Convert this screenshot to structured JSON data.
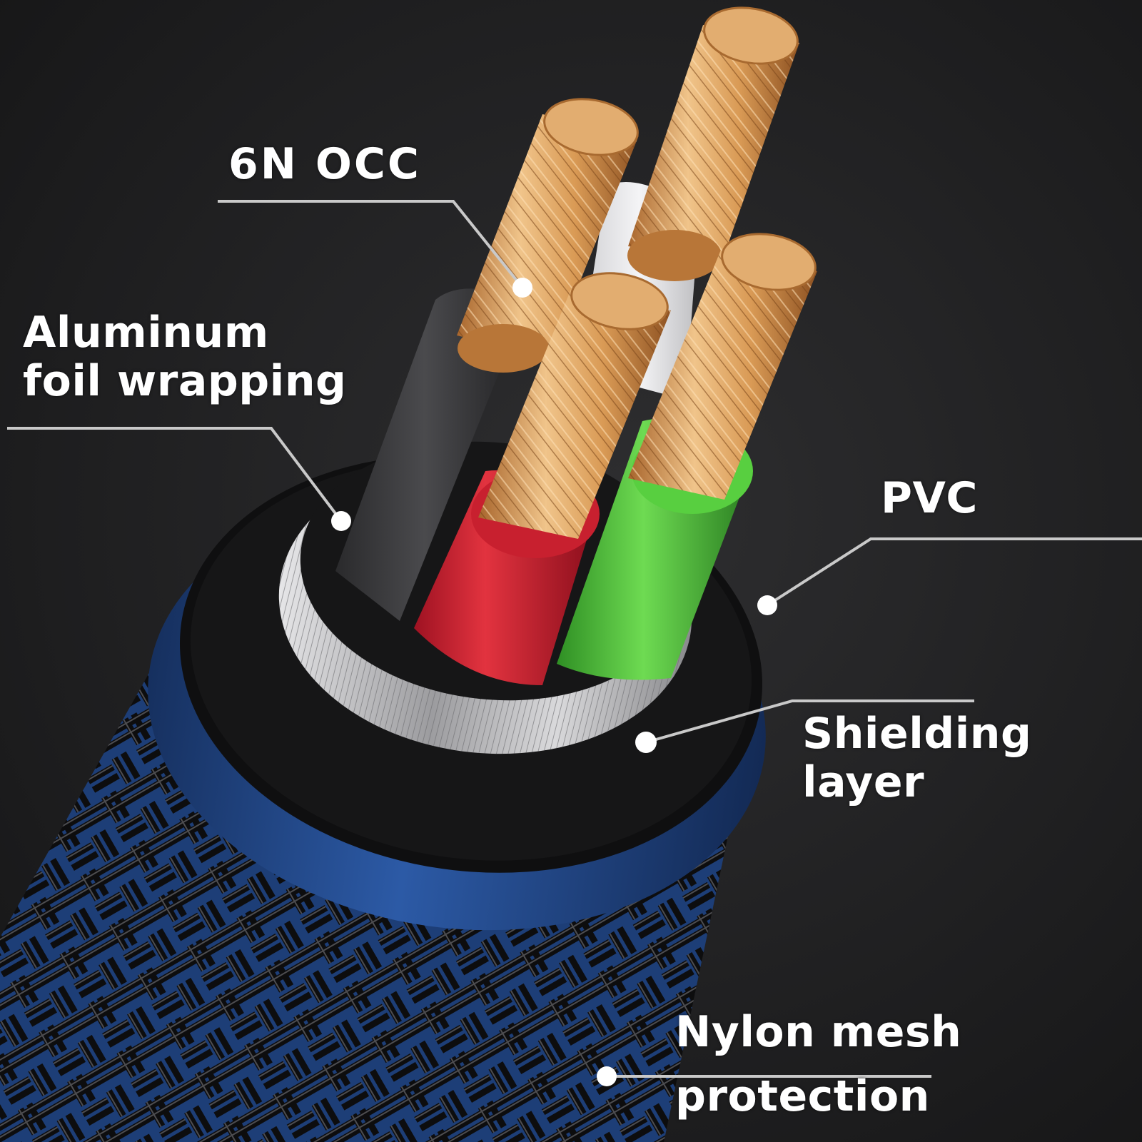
{
  "colors": {
    "background": "#1f1f21",
    "copper": "#d99a55",
    "red_insulation": "#d8283a",
    "green_insulation": "#4fc63a",
    "grey_insulation": "#3a3a3c",
    "white_insulation": "#e8e8e8",
    "foil_shield": "#b9b9bb",
    "pvc_jacket": "#121213",
    "blue_jacket": "#1d3c7a",
    "callout_line": "#c9c9c9"
  },
  "labels": {
    "conductor": "6N OCC",
    "foil_line1": "Aluminum",
    "foil_line2": "foil wrapping",
    "pvc": "PVC",
    "shielding_line1": "Shielding",
    "shielding_line2": "layer",
    "nylon_line1": "Nylon mesh",
    "nylon_line2": "protection"
  }
}
